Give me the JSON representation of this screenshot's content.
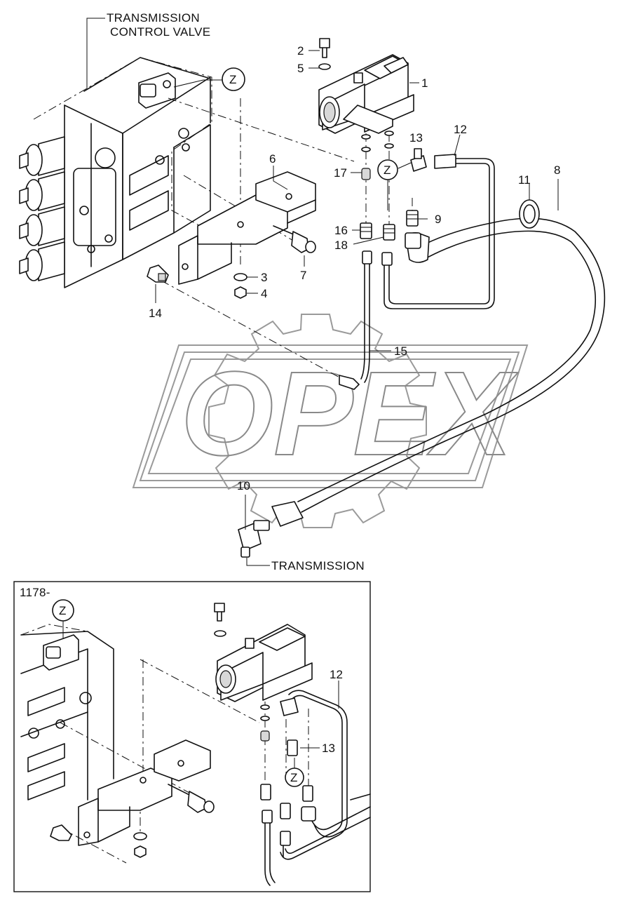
{
  "captions": {
    "control_valve_line1": "TRANSMISSION",
    "control_valve_line2": "CONTROL VALVE",
    "transmission": "TRANSMISSION",
    "serial_range": "1178-"
  },
  "watermark": {
    "text": "OPEX"
  },
  "detail_marker": "Z",
  "part_labels": {
    "p1": "1",
    "p2": "2",
    "p3": "3",
    "p4": "4",
    "p5": "5",
    "p6": "6",
    "p7": "7",
    "p8": "8",
    "p9": "9",
    "p10": "10",
    "p11": "11",
    "p12": "12",
    "p13": "13",
    "p14": "14",
    "p15": "15",
    "p16": "16",
    "p17": "17",
    "p18": "18",
    "inset_p12": "12",
    "inset_p13": "13"
  }
}
